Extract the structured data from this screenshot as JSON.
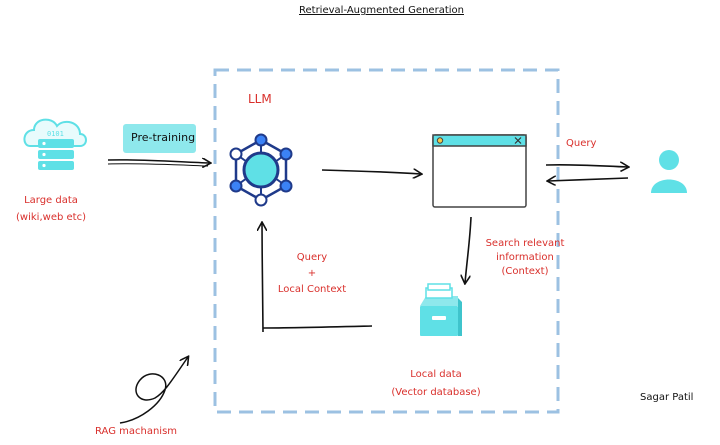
{
  "title": "Retrieval-Augmented Generation",
  "llm_label": "LLM",
  "pretraining_label": "Pre-training",
  "large_data": {
    "line1": "Large data",
    "line2": "(wiki,web etc)"
  },
  "query_label": "Query",
  "search": {
    "line1": "Search relevant",
    "line2": "information",
    "line3": "(Context)"
  },
  "query_context": {
    "line1": "Query",
    "line2": "+",
    "line3": "Local Context"
  },
  "local_data": {
    "line1": "Local data",
    "line2": "(Vector database)"
  },
  "rag_label": "RAG machanism",
  "author": "Sagar Patil",
  "colors": {
    "accent_red": "#d9302c",
    "teal": "#5fe0e6",
    "dash_blue": "#9cc1e2",
    "navy": "#1f3a8a"
  },
  "icons": [
    "server-cloud-icon",
    "llm-network-icon",
    "app-window-icon",
    "user-icon",
    "file-cabinet-icon",
    "spiral-arrow-icon"
  ]
}
